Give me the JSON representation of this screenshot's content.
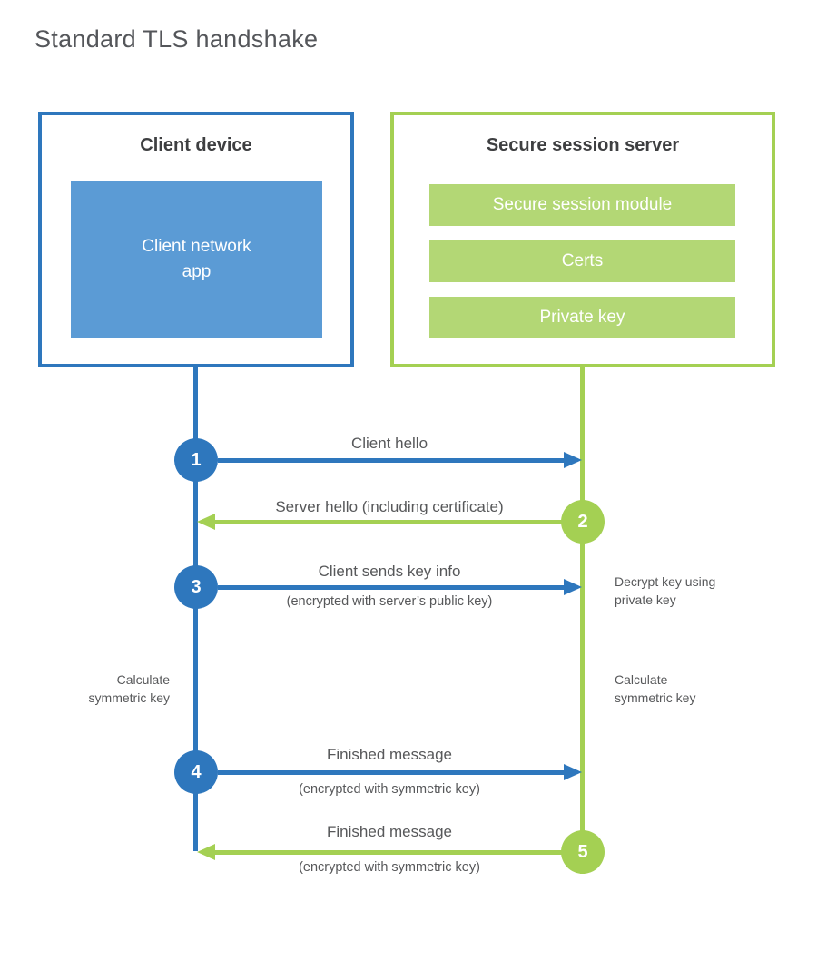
{
  "page": {
    "title": "Standard TLS handshake"
  },
  "colors": {
    "blue": "#2e77bd",
    "blue_fill": "#5b9bd5",
    "green": "#a4d053",
    "green_fill": "#b3d775"
  },
  "client": {
    "title": "Client device",
    "app_label": "Client network\napp"
  },
  "server": {
    "title": "Secure session server",
    "modules": [
      "Secure session module",
      "Certs",
      "Private key"
    ]
  },
  "steps": [
    {
      "num": "1",
      "from": "client",
      "direction": "right",
      "label": "Client hello",
      "sublabel": ""
    },
    {
      "num": "2",
      "from": "server",
      "direction": "left",
      "label": "Server hello (including certificate)",
      "sublabel": ""
    },
    {
      "num": "3",
      "from": "client",
      "direction": "right",
      "label": "Client sends key info",
      "sublabel": "(encrypted with server’s public key)"
    },
    {
      "num": "4",
      "from": "client",
      "direction": "right",
      "label": "Finished message",
      "sublabel": "(encrypted with symmetric key)"
    },
    {
      "num": "5",
      "from": "server",
      "direction": "left",
      "label": "Finished message",
      "sublabel": "(encrypted with symmetric key)"
    }
  ],
  "notes": {
    "decrypt_key": "Decrypt key using\nprivate key",
    "calculate_left": "Calculate\nsymmetric key",
    "calculate_right": "Calculate\nsymmetric key"
  }
}
